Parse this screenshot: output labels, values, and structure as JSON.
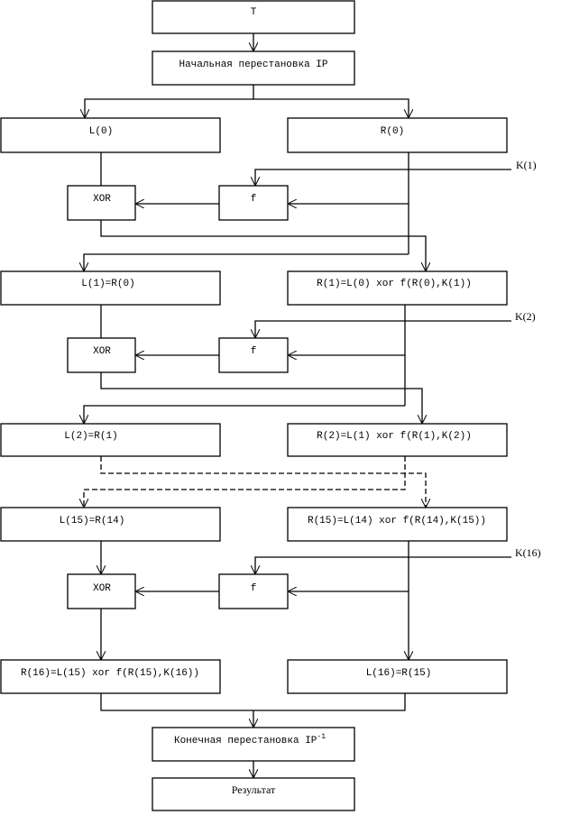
{
  "diagram": {
    "title": "DES encryption flow (Feistel network)",
    "boxes": {
      "input": "T",
      "initial_permutation": "Начальная перестановка IP",
      "l0": "L(0)",
      "r0": "R(0)",
      "xor1": "XOR",
      "f1": "f",
      "l1": "L(1)=R(0)",
      "r1": "R(1)=L(0) xor f(R(0),K(1))",
      "xor2": "XOR",
      "f2": "f",
      "l2": "L(2)=R(1)",
      "r2": "R(2)=L(1) xor f(R(1),K(2))",
      "l15": "L(15)=R(14)",
      "r15": "R(15)=L(14) xor f(R(14),K(15))",
      "xor16": "XOR",
      "f16": "f",
      "r16": "R(16)=L(15) xor f(R(15),K(16))",
      "l16": "L(16)=R(15)",
      "final_permutation": "Конечная перестановка IP",
      "final_permutation_sup": "-1",
      "result": "Результат"
    },
    "keys": {
      "k1": "K(1)",
      "k2": "K(2)",
      "k16": "K(16)"
    }
  }
}
